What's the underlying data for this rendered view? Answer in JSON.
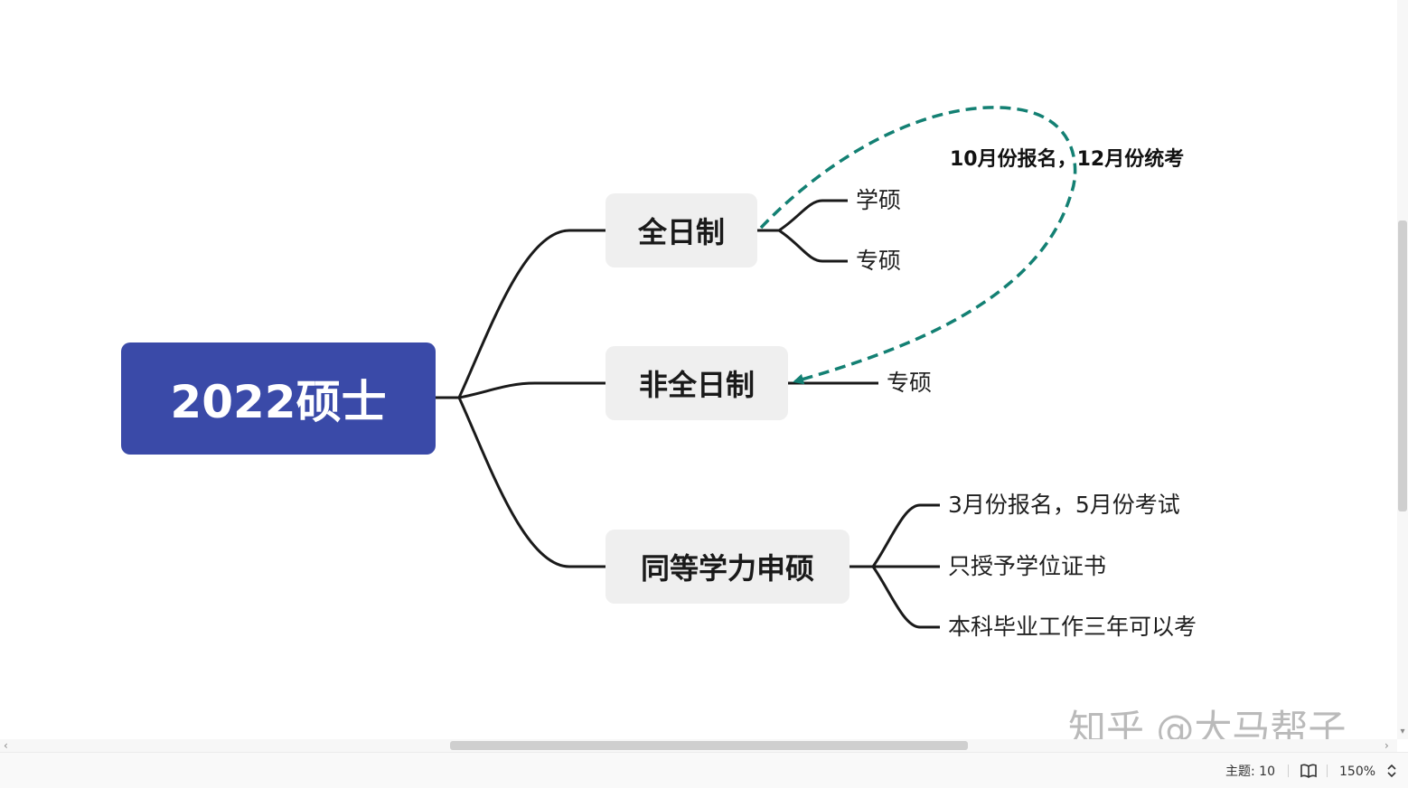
{
  "mindmap": {
    "root": {
      "label": "2022硕士",
      "color": "#3a4aa8"
    },
    "branches": [
      {
        "label": "全日制",
        "children": [
          "学硕",
          "专硕"
        ]
      },
      {
        "label": "非全日制",
        "children": [
          "专硕"
        ]
      },
      {
        "label": "同等学力申硕",
        "children": [
          "3月份报名，5月份考试",
          "只授予学位证书",
          "本科毕业工作三年可以考"
        ]
      }
    ],
    "relation": {
      "label": "10月份报名，12月份统考",
      "color": "#138073"
    },
    "line_color": "#1a1a1a",
    "node_fill": "#efefef"
  },
  "watermark": "知乎 @大马帮子",
  "statusbar": {
    "topic_count": "主题: 10",
    "zoom": "150%"
  },
  "icons": {
    "read_mode": "book-icon",
    "zoom_stepper": "chevron-updown-icon",
    "scroll_left": "chevron-left-icon",
    "scroll_right": "chevron-right-icon",
    "scroll_down": "chevron-down-icon"
  }
}
